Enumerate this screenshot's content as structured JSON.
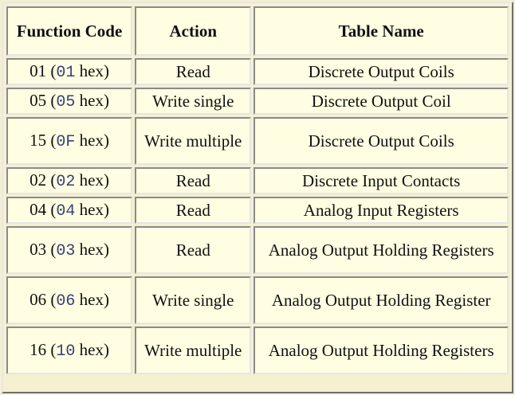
{
  "headers": {
    "function_code": "Function Code",
    "action": "Action",
    "table_name": "Table Name"
  },
  "rows": [
    {
      "dec": "01",
      "hex": "01",
      "hex_suffix": "hex)",
      "action": "Read",
      "table": "Discrete Output Coils"
    },
    {
      "dec": "05",
      "hex": "05",
      "hex_suffix": "hex)",
      "action": "Write single",
      "table": "Discrete Output Coil"
    },
    {
      "dec": "15",
      "hex": "0F",
      "hex_suffix": "hex)",
      "action": "Write multiple",
      "table": "Discrete Output Coils"
    },
    {
      "dec": "02",
      "hex": "02",
      "hex_suffix": "hex)",
      "action": "Read",
      "table": "Discrete Input Contacts"
    },
    {
      "dec": "04",
      "hex": "04",
      "hex_suffix": "hex)",
      "action": "Read",
      "table": "Analog Input Registers"
    },
    {
      "dec": "03",
      "hex": "03",
      "hex_suffix": "hex)",
      "action": "Read",
      "table": "Analog Output Holding Registers"
    },
    {
      "dec": "06",
      "hex": "06",
      "hex_suffix": "hex)",
      "action": "Write single",
      "table": "Analog Output Holding Register"
    },
    {
      "dec": "16",
      "hex": "10",
      "hex_suffix": "hex)",
      "action": "Write multiple",
      "table": "Analog Output Holding Registers"
    }
  ],
  "colors": {
    "background": "#f5f0d0",
    "cell": "#fffde2",
    "hex_text": "#3a3f78"
  }
}
